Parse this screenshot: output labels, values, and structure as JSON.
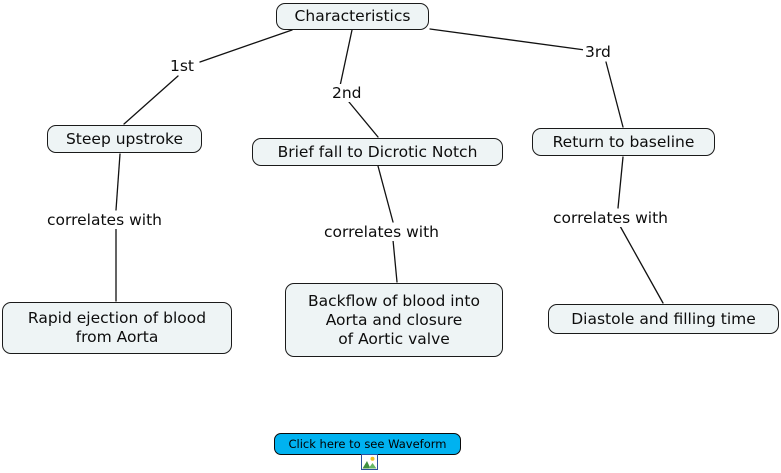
{
  "diagram": {
    "type": "concept-map",
    "title": "Characteristics",
    "background_color": "#ffffff",
    "node_fill": "#eef4f5",
    "node_border": "#1a1a1a",
    "nodes": [
      {
        "id": "root",
        "label": "Characteristics"
      },
      {
        "id": "steep",
        "label": "Steep upstroke"
      },
      {
        "id": "brief",
        "label": "Brief fall to Dicrotic Notch"
      },
      {
        "id": "return",
        "label": "Return to baseline"
      },
      {
        "id": "rapid",
        "label": "Rapid ejection of blood\nfrom Aorta"
      },
      {
        "id": "backflow",
        "label": "Backflow of blood into\nAorta and closure\nof Aortic valve"
      },
      {
        "id": "diastole",
        "label": "Diastole and filling time"
      }
    ],
    "edges": [
      {
        "from": "root",
        "to": "steep",
        "label": "1st"
      },
      {
        "from": "root",
        "to": "brief",
        "label": "2nd"
      },
      {
        "from": "root",
        "to": "return",
        "label": "3rd"
      },
      {
        "from": "steep",
        "to": "rapid",
        "label": "correlates with"
      },
      {
        "from": "brief",
        "to": "backflow",
        "label": "correlates with"
      },
      {
        "from": "return",
        "to": "diastole",
        "label": "correlates with"
      }
    ]
  },
  "button": {
    "label": "Click here to see Waveform",
    "color": "#00b2f0",
    "icon": "image-icon"
  }
}
